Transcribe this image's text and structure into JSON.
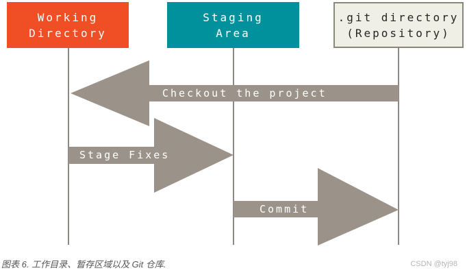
{
  "diagram": {
    "nodes": [
      {
        "id": "working-directory",
        "lines": [
          "Working",
          "Directory"
        ],
        "bg": "#f04e24",
        "text_color": "#ffffff"
      },
      {
        "id": "staging-area",
        "lines": [
          "Staging",
          "Area"
        ],
        "bg": "#00919d",
        "text_color": "#ffffff"
      },
      {
        "id": "git-directory",
        "lines": [
          ".git directory",
          "(Repository)"
        ],
        "bg": "#f0efe6",
        "text_color": "#26251f",
        "border": "#8a8779"
      }
    ],
    "arrows": [
      {
        "id": "checkout",
        "label": "Checkout the project",
        "direction": "left",
        "from": "git-directory",
        "to": "working-directory"
      },
      {
        "id": "stage-fixes",
        "label": "Stage Fixes",
        "direction": "right",
        "from": "working-directory",
        "to": "staging-area"
      },
      {
        "id": "commit",
        "label": "Commit",
        "direction": "right",
        "from": "staging-area",
        "to": "git-directory"
      }
    ],
    "arrow_color": "#9b9289",
    "line_color": "#8d8982"
  },
  "caption": "图表 6. 工作目录、暂存区域以及 Git 仓库.",
  "watermark": "CSDN @tyj98"
}
